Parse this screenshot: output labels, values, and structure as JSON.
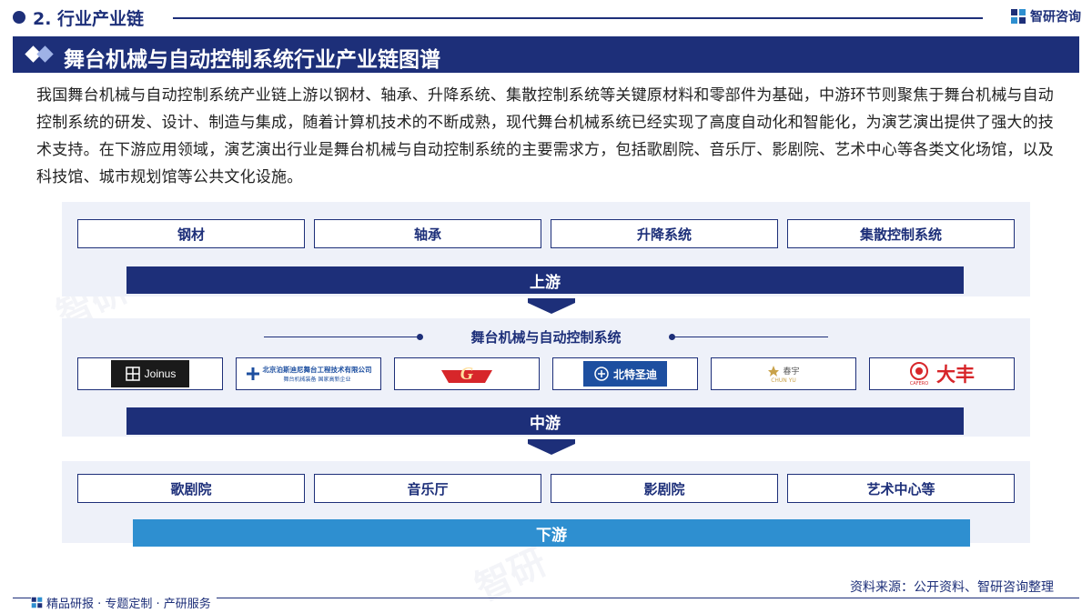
{
  "header": {
    "section_title": "2. 行业产业链",
    "brand": "智研咨询"
  },
  "banner": {
    "title": "舞台机械与自动控制系统行业产业链图谱"
  },
  "intro": "我国舞台机械与自动控制系统产业链上游以钢材、轴承、升降系统、集散控制系统等关键原材料和零部件为基础，中游环节则聚焦于舞台机械与自动控制系统的研发、设计、制造与集成，随着计算机技术的不断成熟，现代舞台机械系统已经实现了高度自动化和智能化，为演艺演出提供了强大的技术支持。在下游应用领域，演艺演出行业是舞台机械与自动控制系统的主要需求方，包括歌剧院、音乐厅、影剧院、艺术中心等各类文化场馆，以及科技馆、城市规划馆等公共文化设施。",
  "upstream": {
    "items": [
      "钢材",
      "轴承",
      "升降系统",
      "集散控制系统"
    ],
    "label": "上游"
  },
  "midstream": {
    "title": "舞台机械与自动控制系统",
    "label": "中游",
    "companies": [
      {
        "logo_text": "Joinus",
        "color": "#1a1a1a"
      },
      {
        "logo_text": "北京泊斯迪尼舞台工程技术有限公司",
        "sub_text": "舞台机械装备  国家高新企业",
        "color": "#1d4fa0"
      },
      {
        "logo_text": "G",
        "color": "#d7262a"
      },
      {
        "logo_text": "北特圣迪",
        "color": "#1d4fa0"
      },
      {
        "logo_text": "春宇",
        "sub_text": "CHUN YU",
        "color": "#c9a24a"
      },
      {
        "logo_text": "大丰",
        "sub_text": "CAFERO",
        "color": "#d7262a"
      }
    ]
  },
  "downstream": {
    "items": [
      "歌剧院",
      "音乐厅",
      "影剧院",
      "艺术中心等"
    ],
    "label": "下游"
  },
  "footer": {
    "source": "资料来源：公开资料、智研咨询整理",
    "slogan": "精品研报 · 专题定制 · 产研服务"
  },
  "colors": {
    "primary": "#1d2f79",
    "accent": "#2e8fd0",
    "panel": "#eef1f9"
  }
}
